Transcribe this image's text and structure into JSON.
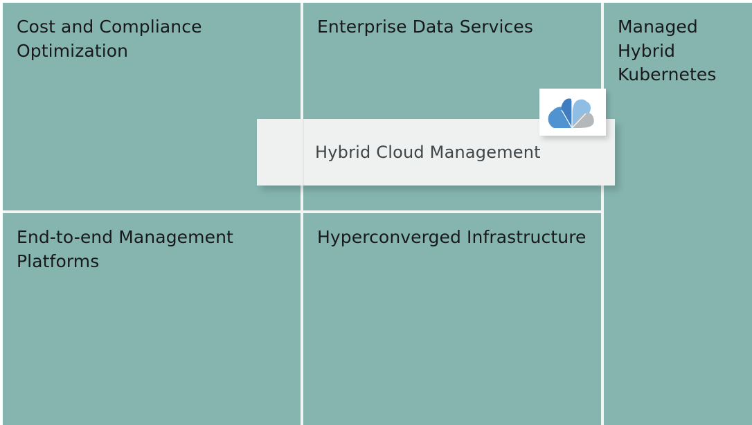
{
  "matrix": {
    "background_color": "#86b5b0",
    "gridline_color": "#f2f5f4",
    "text_color": "#17191a",
    "cells": [
      {
        "id": "cost",
        "label": "Cost and Compliance\nOptimization"
      },
      {
        "id": "enterprise",
        "label": "Enterprise Data Services"
      },
      {
        "id": "kubernetes",
        "label": "Managed\nHybrid\nKubernetes"
      },
      {
        "id": "endtoend",
        "label": "End-to-end Management\nPlatforms"
      },
      {
        "id": "hyper",
        "label": "Hyperconverged Infrastructure"
      }
    ]
  },
  "overlay": {
    "label": "Hybrid Cloud Management",
    "background_color": "#eef1f0",
    "text_color": "#3f4548"
  },
  "logo": {
    "name": "hybrid-cloud-fan-logo",
    "background_color": "#ffffff",
    "petals": [
      {
        "name": "petal-left-medium-blue",
        "color": "#4f93d1"
      },
      {
        "name": "petal-inner-dark-blue",
        "color": "#3f7cc0"
      },
      {
        "name": "petal-upper-light-blue",
        "color": "#8fbde4"
      },
      {
        "name": "petal-right-gray",
        "color": "#b5b8ba"
      }
    ]
  }
}
